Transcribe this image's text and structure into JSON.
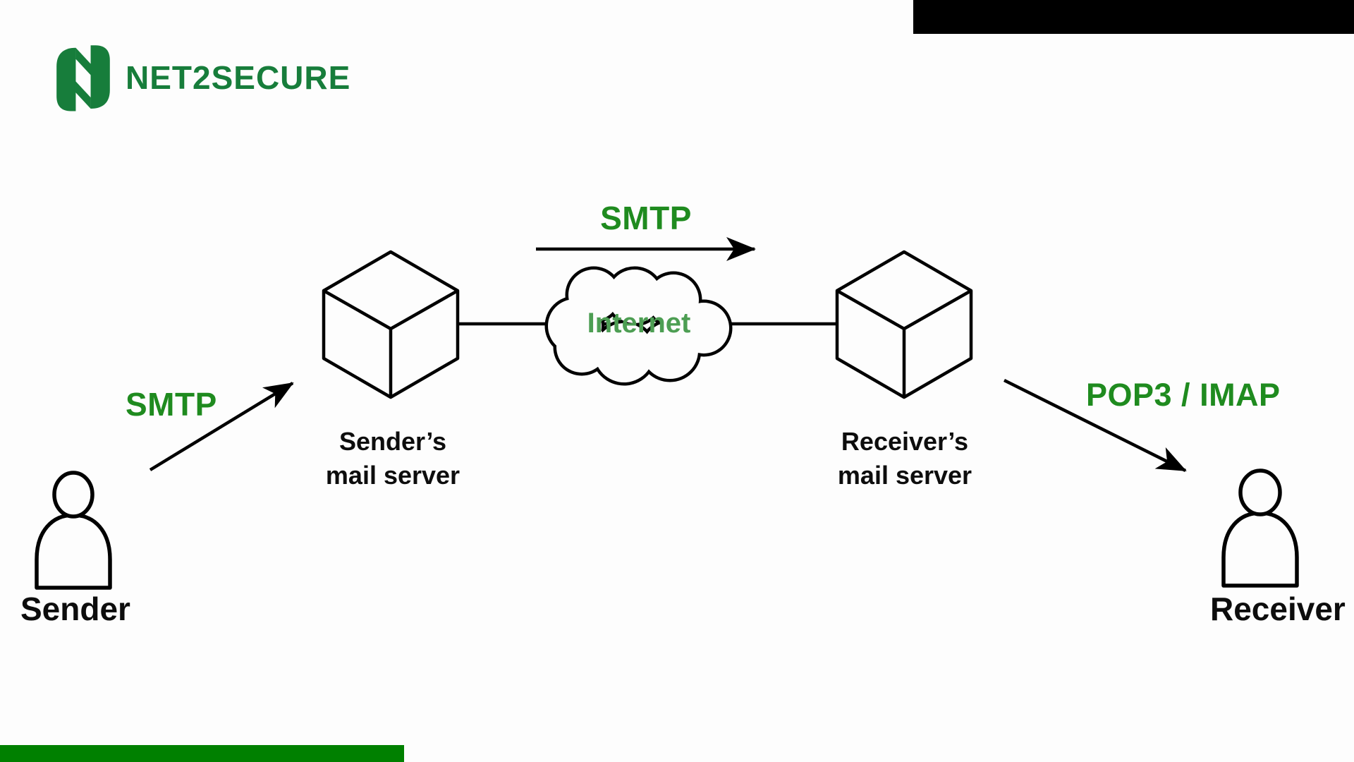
{
  "brand": {
    "name": "NET2SECURE"
  },
  "colors": {
    "logo_green": "#177D3B",
    "protocol_label_green": "#1F8B1F",
    "internet_label_green": "#4D9E53",
    "footer_bar_green": "#008000",
    "header_bar_black": "#000000",
    "line_black": "#000000"
  },
  "labels": {
    "smtp_server_to_server": "SMTP",
    "smtp_sender_to_server": "SMTP",
    "pop3_imap": "POP3 / IMAP",
    "internet": "Internet",
    "sender_server_line1": "Sender’s",
    "sender_server_line2": "mail server",
    "receiver_server_line1": "Receiver’s",
    "receiver_server_line2": "mail server",
    "sender": "Sender",
    "receiver": "Receiver"
  }
}
